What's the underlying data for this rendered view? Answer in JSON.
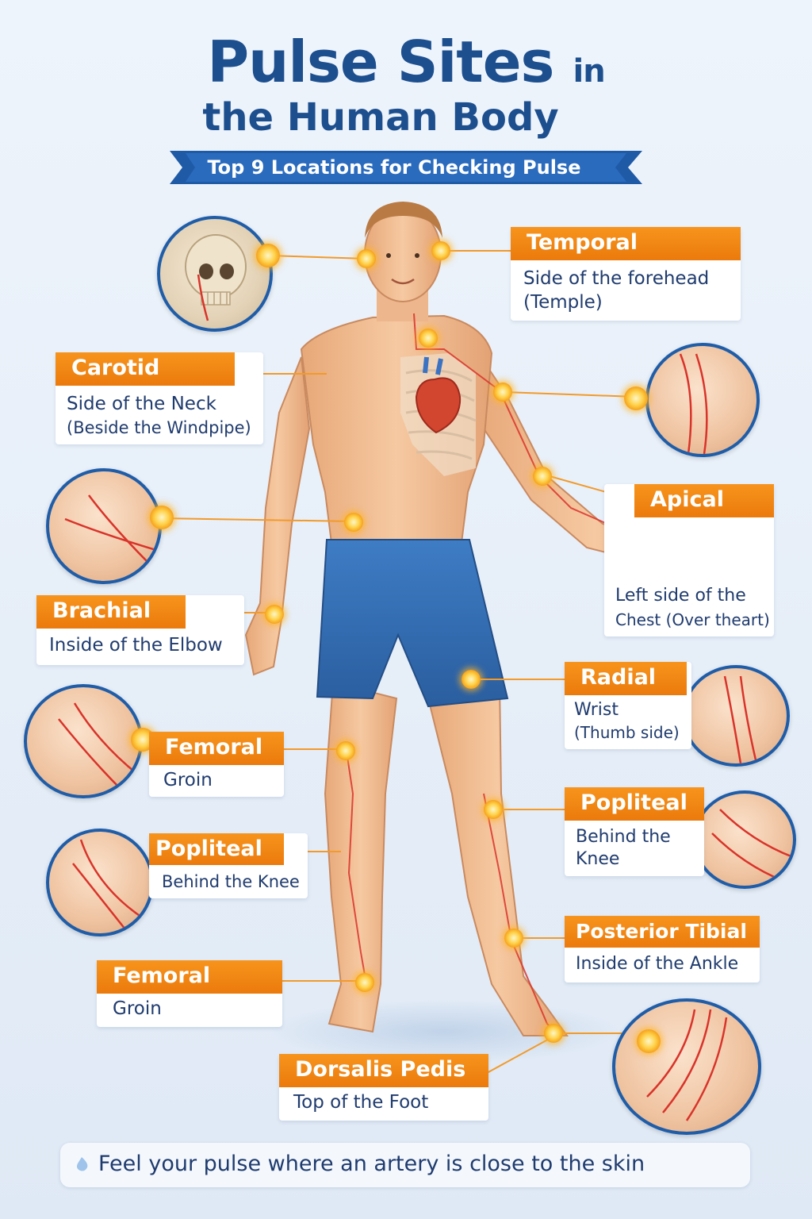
{
  "title": {
    "main": "Pulse Sites",
    "main_suffix": "in",
    "line2": "the Human Body"
  },
  "subtitle": "Top 9 Locations for Checking Pulse",
  "sites": [
    {
      "id": "temporal",
      "label": "Temporal",
      "desc_lines": [
        "Side of the forehead",
        "(Temple)"
      ]
    },
    {
      "id": "carotid",
      "label": "Carotid",
      "desc_lines": [
        "Side of the Neck",
        "(Beside the Windpipe)"
      ]
    },
    {
      "id": "apical",
      "label": "Apical",
      "desc_lines": [
        "Left side of the",
        "Chest (Over theart)"
      ]
    },
    {
      "id": "brachial",
      "label": "Brachial",
      "desc_lines": [
        "Inside of the Elbow"
      ]
    },
    {
      "id": "radial",
      "label": "Radial",
      "desc_lines": [
        "Wrist",
        "(Thumb side)"
      ]
    },
    {
      "id": "femoral-1",
      "label": "Femoral",
      "desc_lines": [
        "Groin"
      ]
    },
    {
      "id": "popliteal-left",
      "label": "Popliteal",
      "desc_lines": [
        "Behind the Knee"
      ]
    },
    {
      "id": "popliteal-right",
      "label": "Popliteal",
      "desc_lines": [
        "Behind the",
        "Knee"
      ]
    },
    {
      "id": "posterior-tibial",
      "label": "Posterior Tibial",
      "desc_lines": [
        "Inside of the Ankle"
      ]
    },
    {
      "id": "femoral-2",
      "label": "Femoral",
      "desc_lines": [
        "Groin"
      ]
    },
    {
      "id": "dorsalis-pedis",
      "label": "Dorsalis Pedis",
      "desc_lines": [
        "Top of the Foot"
      ]
    }
  ],
  "footer": {
    "text": "Feel your pulse where an artery is close to the skin",
    "icon": "heart-drop-icon"
  },
  "colors": {
    "title": "#1d4f8f",
    "label": "#f28a17",
    "text": "#1f3b6e",
    "accent_blue": "#1f5da8",
    "artery": "#d9332a"
  }
}
